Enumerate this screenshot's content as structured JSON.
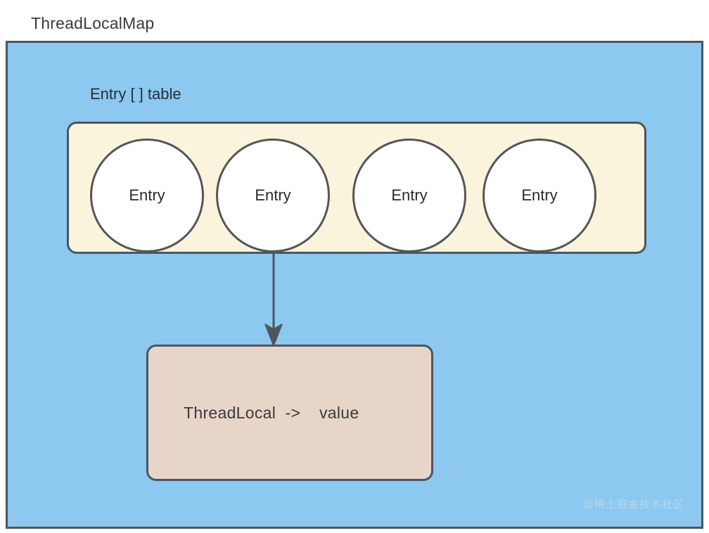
{
  "diagram": {
    "title": "ThreadLocalMap",
    "container": {
      "name": "ThreadLocalMap",
      "fill_color": "#8cc8ef",
      "border_color": "#4d5560"
    },
    "table": {
      "label": "Entry [ ] table",
      "fill_color": "#fbf4dc",
      "border_color": "#4d5560",
      "slots": [
        {
          "label": "Entry",
          "index": 0,
          "has_outgoing_arrow": false
        },
        {
          "label": "Entry",
          "index": 1,
          "has_outgoing_arrow": true
        },
        {
          "label": "Entry",
          "index": 2,
          "has_outgoing_arrow": false
        },
        {
          "label": "Entry",
          "index": 3,
          "has_outgoing_arrow": false
        }
      ],
      "slot_fill_color": "#ffffff",
      "slot_border_color": "#565656"
    },
    "value_node": {
      "text": "ThreadLocal  ->    value",
      "fill_color": "#e8d5ca",
      "border_color": "#4d5560"
    },
    "connector": {
      "from": "Entry slot 1",
      "to": "ThreadLocal -> value",
      "color": "#4d5560",
      "arrowhead": "filled-triangle"
    },
    "watermark": "@稀土掘金技术社区"
  }
}
